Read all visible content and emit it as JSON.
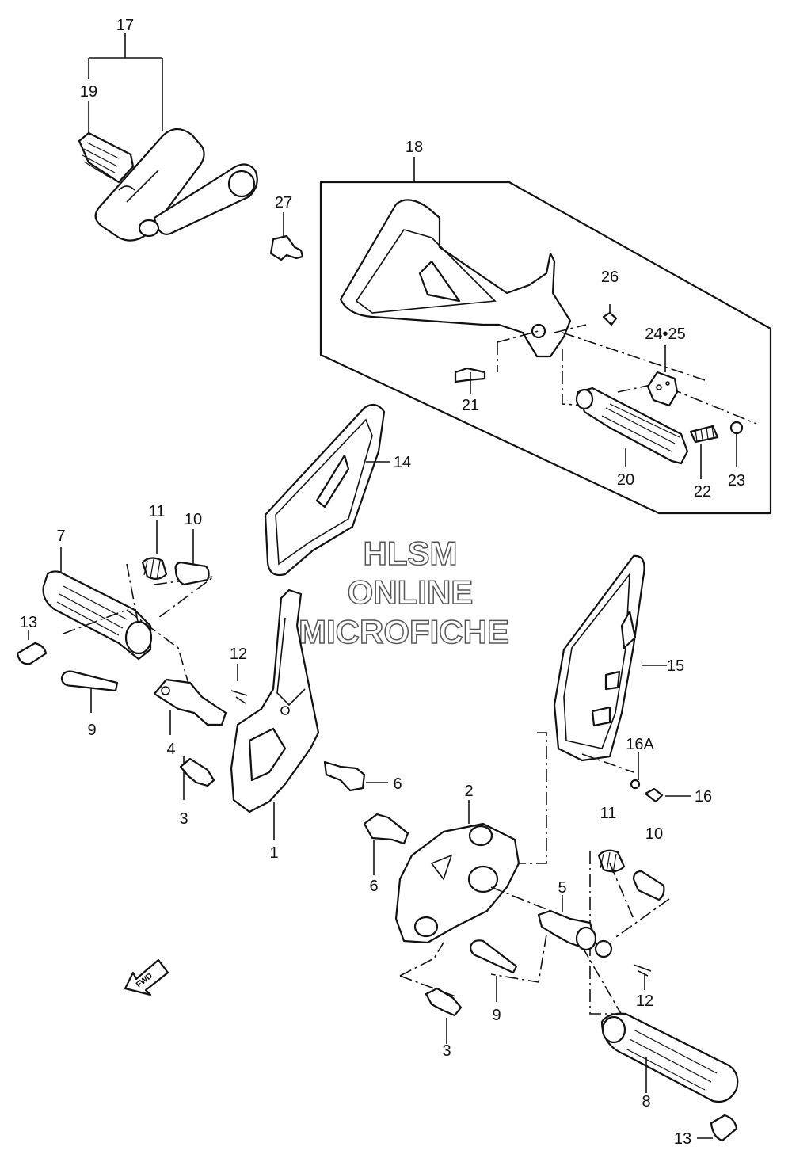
{
  "watermark": {
    "line1": "HLSM",
    "line2": "ONLINE",
    "line3": "MICROFICHE"
  },
  "fwd_label": "FWD",
  "callouts": {
    "c17": "17",
    "c19": "19",
    "c18": "18",
    "c27": "27",
    "c26": "26",
    "c24_25": "24•25",
    "c21": "21",
    "c20": "20",
    "c22": "22",
    "c23": "23",
    "c14": "14",
    "c11a": "11",
    "c10a": "10",
    "c7": "7",
    "c13a": "13",
    "c12a": "12",
    "c9a": "9",
    "c4": "4",
    "c3a": "3",
    "c6a": "6",
    "c1": "1",
    "c15": "15",
    "c16a": "16A",
    "c16": "16",
    "c2": "2",
    "c6b": "6",
    "c11b": "11",
    "c10b": "10",
    "c5": "5",
    "c9b": "9",
    "c12b": "12",
    "c3b": "3",
    "c8": "8",
    "c13b": "13"
  }
}
